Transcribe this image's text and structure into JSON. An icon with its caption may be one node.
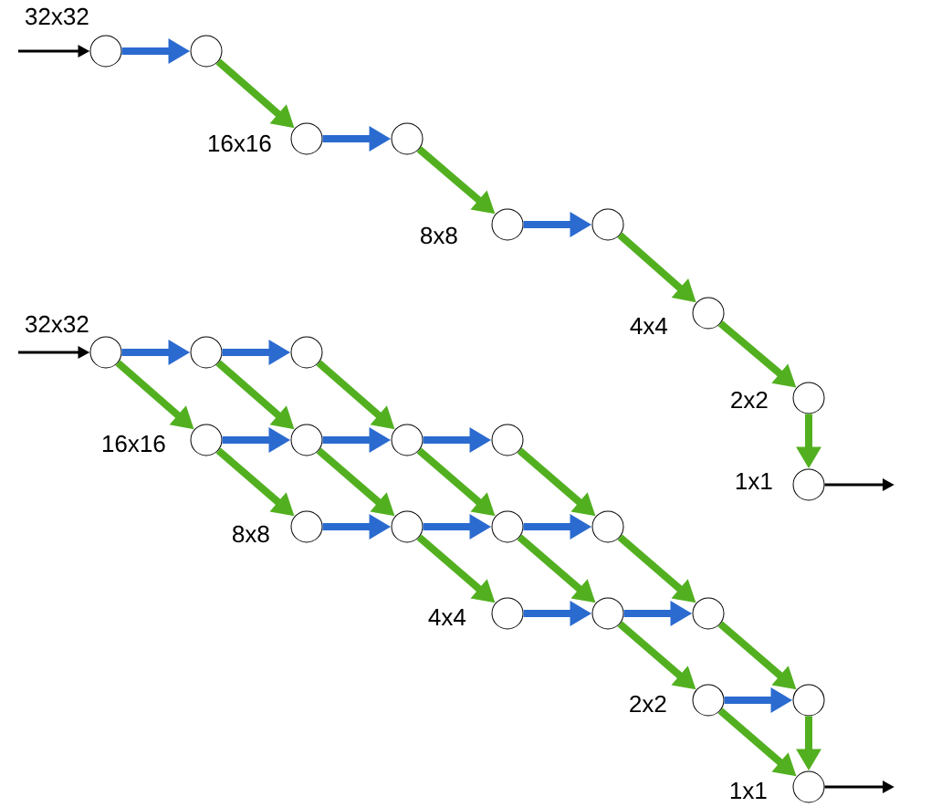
{
  "diagram": {
    "nodes": [
      {
        "text": [],
        "shape": "circle"
      },
      {
        "text": [],
        "shape": "circle"
      },
      {
        "text": [],
        "shape": "circle"
      },
      {
        "text": [],
        "shape": "circle"
      },
      {
        "text": [],
        "shape": "circle"
      },
      {
        "text": [],
        "shape": "circle"
      },
      {
        "text": [],
        "shape": "circle"
      },
      {
        "text": [],
        "shape": "circle"
      },
      {
        "text": [],
        "shape": "circle"
      },
      {
        "text": [],
        "shape": "circle"
      },
      {
        "text": [],
        "shape": "circle"
      },
      {
        "text": [],
        "shape": "circle"
      },
      {
        "text": [],
        "shape": "circle"
      },
      {
        "text": [],
        "shape": "circle"
      },
      {
        "text": [],
        "shape": "circle"
      },
      {
        "text": [],
        "shape": "circle"
      },
      {
        "text": [],
        "shape": "circle"
      },
      {
        "text": [],
        "shape": "circle"
      },
      {
        "text": [],
        "shape": "circle"
      },
      {
        "text": [],
        "shape": "circle"
      },
      {
        "text": [],
        "shape": "circle"
      },
      {
        "text": [],
        "shape": "circle"
      },
      {
        "text": [],
        "shape": "circle"
      },
      {
        "text": [],
        "shape": "circle"
      },
      {
        "text": [],
        "shape": "circle"
      },
      {
        "text": [],
        "shape": "circle"
      }
    ],
    "edges": [
      {
        "from": null,
        "to": 0,
        "arrow": "to",
        "color": "#000000"
      },
      {
        "from": 0,
        "to": 1,
        "arrow": "to",
        "color": "#2b6bd0"
      },
      {
        "from": 1,
        "to": 2,
        "arrow": "to"
      },
      {
        "from": 2,
        "to": 3,
        "arrow": "to",
        "color": "#2b6bd0"
      },
      {
        "from": 3,
        "to": 4,
        "arrow": "to"
      },
      {
        "from": 4,
        "to": 5,
        "arrow": "to",
        "color": "#2b6bd0"
      },
      {
        "from": 5,
        "to": 6,
        "arrow": "to"
      },
      {
        "from": 6,
        "to": 10,
        "arrow": "to"
      },
      {
        "from": 10,
        "to": 15,
        "arrow": "to"
      },
      {
        "from": 15,
        "to": null,
        "arrow": "to",
        "color": "#000000"
      },
      {
        "from": null,
        "to": 7,
        "arrow": "to",
        "color": "#000000"
      },
      {
        "from": 7,
        "to": 8,
        "arrow": "to",
        "color": "#2b6bd0"
      },
      {
        "from": 8,
        "to": 9,
        "arrow": "to",
        "color": "#2b6bd0"
      },
      {
        "from": 7,
        "to": 11,
        "arrow": "to"
      },
      {
        "from": 8,
        "to": 12,
        "arrow": "to"
      },
      {
        "from": 9,
        "to": 13,
        "arrow": "to"
      },
      {
        "from": 11,
        "to": 12,
        "arrow": "to",
        "color": "#2b6bd0"
      },
      {
        "from": 12,
        "to": 13,
        "arrow": "to",
        "color": "#2b6bd0"
      },
      {
        "from": 13,
        "to": 14,
        "arrow": "to",
        "color": "#2b6bd0"
      },
      {
        "from": 11,
        "to": 16,
        "arrow": "to"
      },
      {
        "from": 12,
        "to": 17,
        "arrow": "to"
      },
      {
        "from": 13,
        "to": 18,
        "arrow": "to"
      },
      {
        "from": 14,
        "to": 19,
        "arrow": "to"
      },
      {
        "from": 16,
        "to": 17,
        "arrow": "to",
        "color": "#2b6bd0"
      },
      {
        "from": 17,
        "to": 18,
        "arrow": "to",
        "color": "#2b6bd0"
      },
      {
        "from": 18,
        "to": 19,
        "arrow": "to",
        "color": "#2b6bd0"
      },
      {
        "from": 17,
        "to": 20,
        "arrow": "to"
      },
      {
        "from": 18,
        "to": 21,
        "arrow": "to"
      },
      {
        "from": 19,
        "to": 22,
        "arrow": "to"
      },
      {
        "from": 20,
        "to": 21,
        "arrow": "to",
        "color": "#2b6bd0"
      },
      {
        "from": 21,
        "to": 22,
        "arrow": "to",
        "color": "#2b6bd0"
      },
      {
        "from": 21,
        "to": 23,
        "arrow": "to"
      },
      {
        "from": 22,
        "to": 24,
        "arrow": "to"
      },
      {
        "from": 23,
        "to": 24,
        "arrow": "to",
        "color": "#2b6bd0"
      },
      {
        "from": 23,
        "to": 25,
        "arrow": "to"
      },
      {
        "from": 24,
        "to": 25,
        "arrow": "to"
      },
      {
        "from": 25,
        "to": null,
        "arrow": "to",
        "color": "#000000"
      }
    ],
    "labels": [
      "32x32",
      "16x16",
      "8x8",
      "4x4",
      "2x2",
      "1x1",
      "32x32",
      "16x16",
      "8x8",
      "4x4",
      "2x2",
      "1x1"
    ]
  }
}
